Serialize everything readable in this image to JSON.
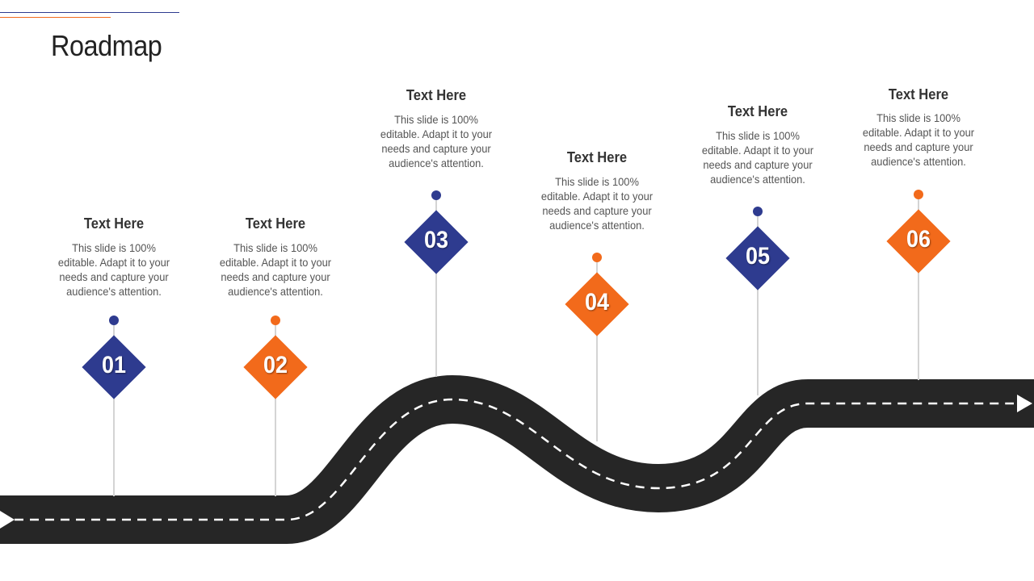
{
  "title": "Roadmap",
  "colors": {
    "blue": "#2e3b8f",
    "orange": "#f26a1b",
    "road": "#262626"
  },
  "steps": [
    {
      "number": "01",
      "title": "Text Here",
      "desc": "This slide is 100% editable. Adapt it to your needs and capture your audience's attention.",
      "color": "blue"
    },
    {
      "number": "02",
      "title": "Text Here",
      "desc": "This slide is 100% editable. Adapt it to your needs and capture your audience's attention.",
      "color": "orange"
    },
    {
      "number": "03",
      "title": "Text Here",
      "desc": "This slide is 100% editable. Adapt it to your needs and capture your audience's attention.",
      "color": "blue"
    },
    {
      "number": "04",
      "title": "Text Here",
      "desc": "This slide is 100% editable. Adapt it to your needs and capture your audience's attention.",
      "color": "orange"
    },
    {
      "number": "05",
      "title": "Text Here",
      "desc": "This slide is 100% editable. Adapt it to your needs and capture your audience's attention.",
      "color": "blue"
    },
    {
      "number": "06",
      "title": "Text Here",
      "desc": "This slide is 100% editable. Adapt it to your needs and capture your audience's attention.",
      "color": "orange"
    }
  ]
}
